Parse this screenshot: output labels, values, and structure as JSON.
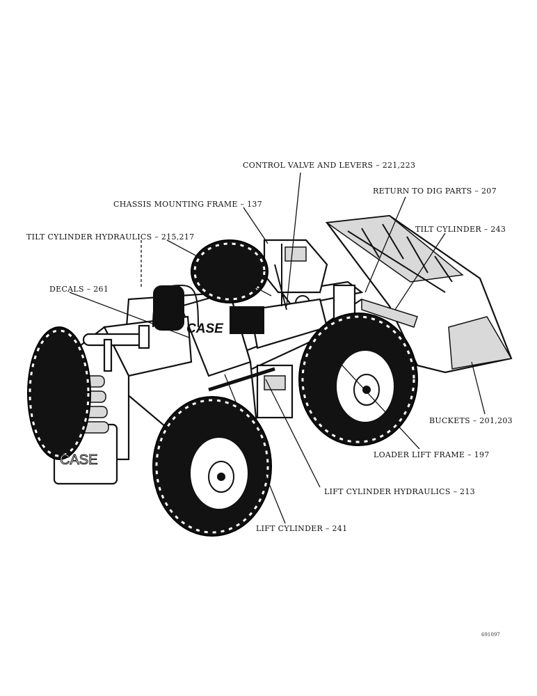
{
  "callouts": {
    "control_valve": "CONTROL VALVE AND LEVERS – 221,223",
    "return_to_dig": "RETURN TO DIG PARTS – 207",
    "chassis_frame": "CHASSIS MOUNTING FRAME – 137",
    "tilt_cyl_hydraulics": "TILT CYLINDER HYDRAULICS – 215,217",
    "tilt_cylinder": "TILT CYLINDER – 243",
    "decals": "DECALS – 261",
    "buckets": "BUCKETS – 201,203",
    "loader_lift_frame": "LOADER LIFT FRAME – 197",
    "lift_cyl_hydraulics": "LIFT CYLINDER HYDRAULICS – 213",
    "lift_cylinder": "LIFT CYLINDER – 241"
  },
  "decal_text": "CASE",
  "grille_text": "CASE",
  "figure_id": "691097",
  "colors": {
    "ink": "#111111",
    "paper": "#ffffff"
  }
}
